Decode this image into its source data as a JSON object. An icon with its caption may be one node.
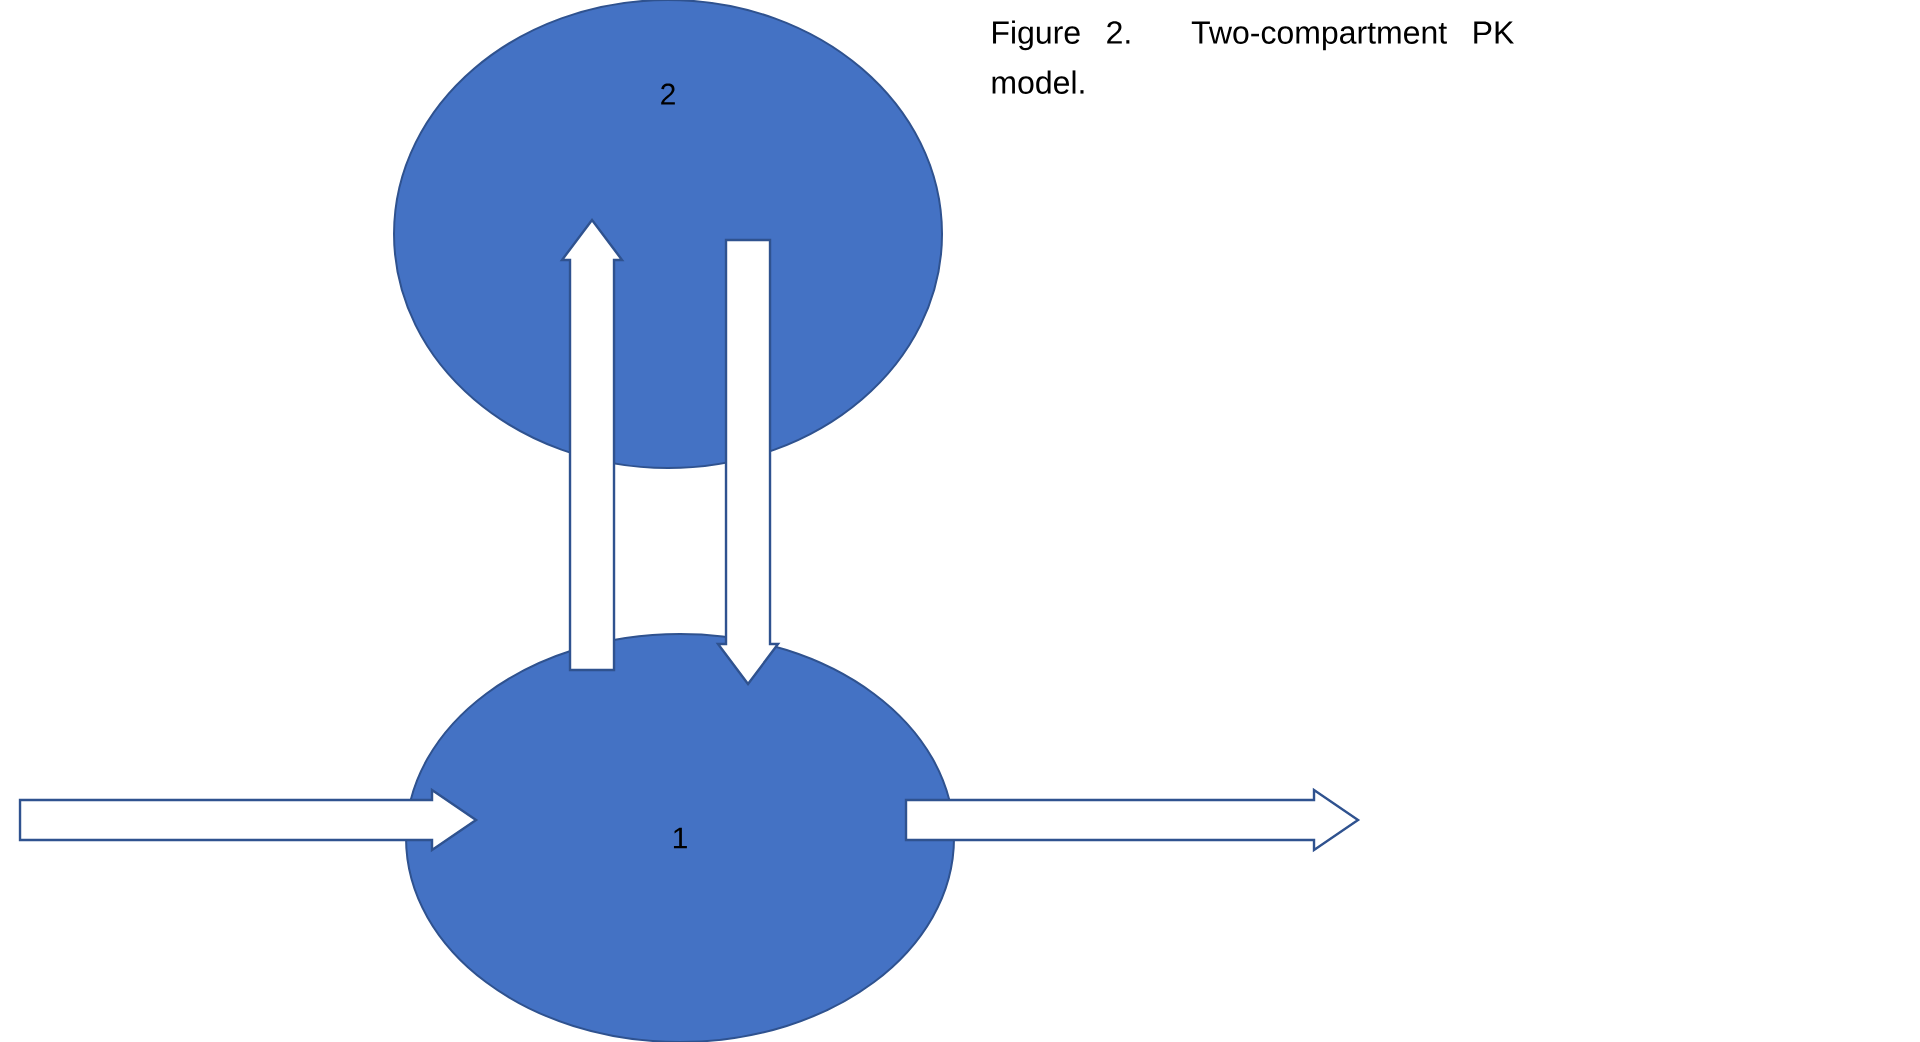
{
  "diagram": {
    "caption": "Figure 2. Two-compartment PK model.",
    "nodes": [
      {
        "text": [
          "2"
        ]
      },
      {
        "text": [
          "1"
        ]
      }
    ],
    "edges": [
      {
        "from": null,
        "to": 1,
        "arrow": "to"
      },
      {
        "from": 1,
        "to": 0,
        "arrow": "to"
      },
      {
        "from": 0,
        "to": 1,
        "arrow": "to"
      },
      {
        "from": 1,
        "to": null,
        "arrow": "to"
      }
    ]
  }
}
